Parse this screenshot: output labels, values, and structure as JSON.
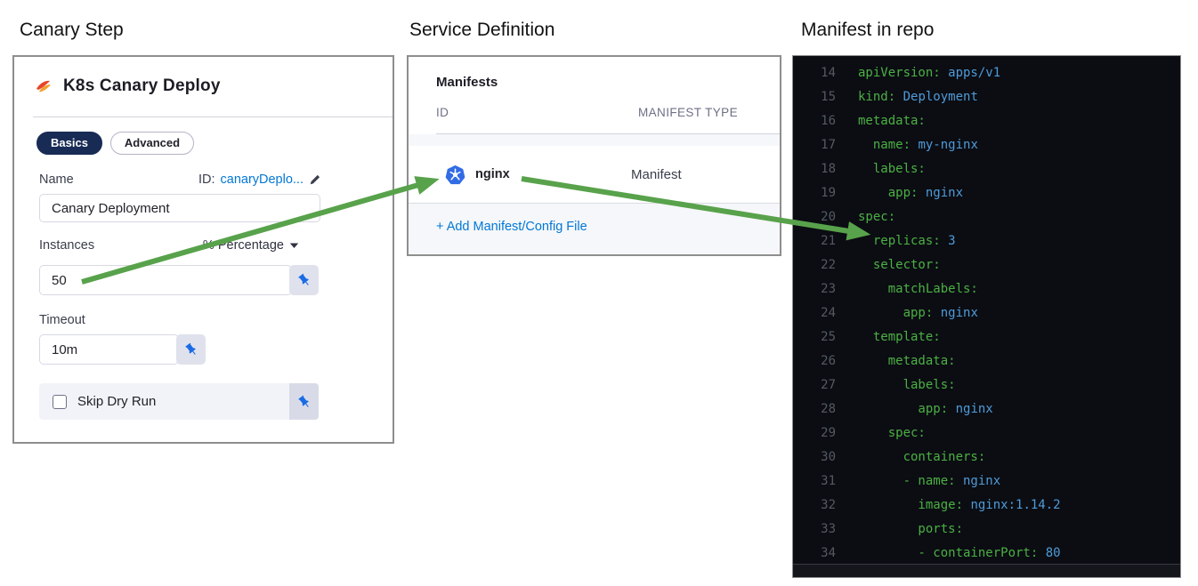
{
  "titles": {
    "canary_step": "Canary Step",
    "service_definition": "Service Definition",
    "manifest_in_repo": "Manifest in repo"
  },
  "canary_panel": {
    "heading": "K8s Canary Deploy",
    "tabs": [
      {
        "label": "Basics",
        "active": true
      },
      {
        "label": "Advanced",
        "active": false
      }
    ],
    "name_label": "Name",
    "id_prefix": "ID: ",
    "id_value": "canaryDeplo...",
    "name_value": "Canary Deployment",
    "instances_label": "Instances",
    "unit_selector_value": "% Percentage",
    "instances_value": "50",
    "timeout_label": "Timeout",
    "timeout_value": "10m",
    "skip_dry_run_label": "Skip Dry Run",
    "skip_dry_run_checked": false
  },
  "service_panel": {
    "heading": "Manifests",
    "columns": [
      "ID",
      "MANIFEST TYPE"
    ],
    "rows": [
      {
        "id": "nginx",
        "type": "Manifest",
        "icon": "kubernetes-icon"
      }
    ],
    "add_link": "+ Add Manifest/Config File"
  },
  "code_panel": {
    "language": "yaml",
    "lines": [
      {
        "n": 14,
        "segments": [
          {
            "t": "key",
            "text": "apiVersion:"
          },
          {
            "t": "value",
            "text": " apps/v1"
          }
        ]
      },
      {
        "n": 15,
        "segments": [
          {
            "t": "key",
            "text": "kind:"
          },
          {
            "t": "value",
            "text": " Deployment"
          }
        ]
      },
      {
        "n": 16,
        "segments": [
          {
            "t": "key",
            "text": "metadata:"
          }
        ]
      },
      {
        "n": 17,
        "segments": [
          {
            "t": "key",
            "text": "  name:"
          },
          {
            "t": "value",
            "text": " my-nginx"
          }
        ]
      },
      {
        "n": 18,
        "segments": [
          {
            "t": "key",
            "text": "  labels:"
          }
        ]
      },
      {
        "n": 19,
        "segments": [
          {
            "t": "key",
            "text": "    app:"
          },
          {
            "t": "value",
            "text": " nginx"
          }
        ]
      },
      {
        "n": 20,
        "segments": [
          {
            "t": "key",
            "text": "spec:"
          }
        ]
      },
      {
        "n": 21,
        "segments": [
          {
            "t": "key",
            "text": "  replicas:"
          },
          {
            "t": "value",
            "text": " 3"
          }
        ]
      },
      {
        "n": 22,
        "segments": [
          {
            "t": "key",
            "text": "  selector:"
          }
        ]
      },
      {
        "n": 23,
        "segments": [
          {
            "t": "key",
            "text": "    matchLabels:"
          }
        ]
      },
      {
        "n": 24,
        "segments": [
          {
            "t": "key",
            "text": "      app:"
          },
          {
            "t": "value",
            "text": " nginx"
          }
        ]
      },
      {
        "n": 25,
        "segments": [
          {
            "t": "key",
            "text": "  template:"
          }
        ]
      },
      {
        "n": 26,
        "segments": [
          {
            "t": "key",
            "text": "    metadata:"
          }
        ]
      },
      {
        "n": 27,
        "segments": [
          {
            "t": "key",
            "text": "      labels:"
          }
        ]
      },
      {
        "n": 28,
        "segments": [
          {
            "t": "key",
            "text": "        app:"
          },
          {
            "t": "value",
            "text": " nginx"
          }
        ]
      },
      {
        "n": 29,
        "segments": [
          {
            "t": "key",
            "text": "    spec:"
          }
        ]
      },
      {
        "n": 30,
        "segments": [
          {
            "t": "key",
            "text": "      containers:"
          }
        ]
      },
      {
        "n": 31,
        "segments": [
          {
            "t": "key",
            "text": "      - name:"
          },
          {
            "t": "value",
            "text": " nginx"
          }
        ]
      },
      {
        "n": 32,
        "segments": [
          {
            "t": "key",
            "text": "        image:"
          },
          {
            "t": "value",
            "text": " nginx:1.14.2"
          }
        ]
      },
      {
        "n": 33,
        "segments": [
          {
            "t": "key",
            "text": "        ports:"
          }
        ]
      },
      {
        "n": 34,
        "segments": [
          {
            "t": "key",
            "text": "        - containerPort:"
          },
          {
            "t": "value",
            "text": " 80"
          }
        ]
      }
    ]
  },
  "colors": {
    "link_blue": "#0278d5",
    "pill_navy": "#182b55",
    "arrow_green": "#58a24b",
    "pin_blue": "#1a6be5",
    "kubernetes_blue": "#326ce5",
    "code_bg": "#0b0d13",
    "code_key": "#4cb043",
    "code_value": "#4f9bd8",
    "code_linenum": "#545a63"
  }
}
